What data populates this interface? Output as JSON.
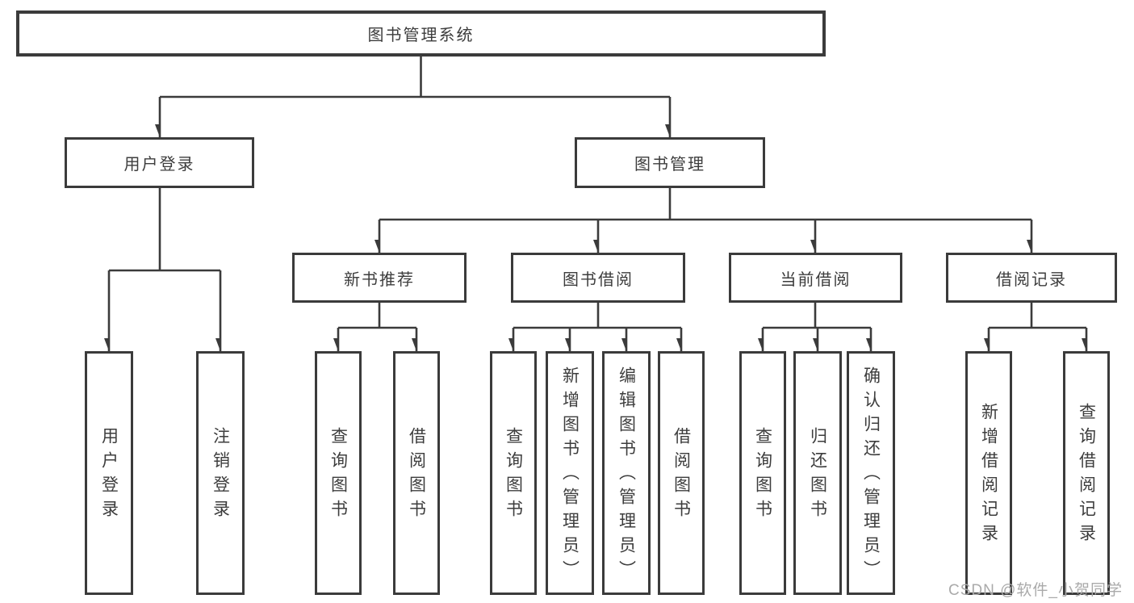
{
  "diagram": {
    "root": {
      "label": "图书管理系统"
    },
    "level2": {
      "user_login": {
        "label": "用户登录"
      },
      "book_mgmt": {
        "label": "图书管理"
      }
    },
    "level3": {
      "new_book_rec": {
        "label": "新书推荐"
      },
      "book_borrow": {
        "label": "图书借阅"
      },
      "current_borrow": {
        "label": "当前借阅"
      },
      "borrow_records": {
        "label": "借阅记录"
      }
    },
    "leaves": {
      "user_login_leaf": {
        "label": "用户登录"
      },
      "logout_leaf": {
        "label": "注销登录"
      },
      "query_book_1": {
        "label": "查询图书"
      },
      "borrow_book_1": {
        "label": "借阅图书"
      },
      "query_book_2": {
        "label": "查询图书"
      },
      "add_book_admin": {
        "label": "新增图书（管理员）"
      },
      "edit_book_admin": {
        "label": "编辑图书（管理员）"
      },
      "borrow_book_2": {
        "label": "借阅图书"
      },
      "query_book_3": {
        "label": "查询图书"
      },
      "return_book": {
        "label": "归还图书"
      },
      "confirm_return_admin": {
        "label": "确认归还（管理员）"
      },
      "add_borrow_record": {
        "label": "新增借阅记录"
      },
      "query_borrow_record": {
        "label": "查询借阅记录"
      }
    },
    "line_color": "#3b3b3b"
  },
  "watermark": {
    "text": "CSDN @软件_小贺同学"
  }
}
